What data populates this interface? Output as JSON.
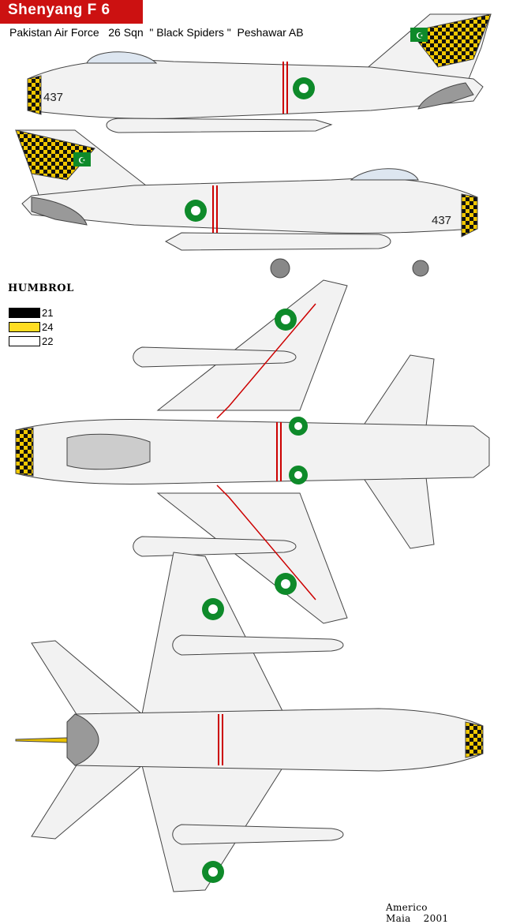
{
  "title": "Shenyang  F 6",
  "subtitle": "Pakistan Air Force   26 Sqn  \" Black Spiders \"  Peshawar AB",
  "tail_number": "437",
  "paint_brand": "HUMBROL",
  "paint_legend": [
    {
      "code": "21",
      "color": "#000000"
    },
    {
      "code": "24",
      "color": "#ffdd22"
    },
    {
      "code": "22",
      "color": "#ffffff"
    }
  ],
  "author": "Americo Maia",
  "year": "2001",
  "colors": {
    "title_bar": "#cc1111",
    "roundel_green": "#0e8a2a",
    "check_yellow": "#f2c800",
    "airframe": "#f2f2f2",
    "line": "#444444"
  }
}
